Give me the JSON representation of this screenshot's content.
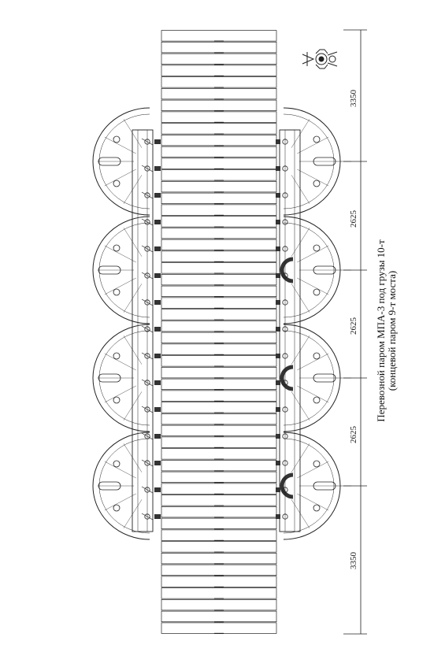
{
  "title": {
    "line1": "Перевозной паром МПА-3 под грузы 10-т",
    "line2": "(концевой паром 9-т моста)"
  },
  "dimensions": {
    "d1": "3350",
    "d2": "2625",
    "d3": "2625",
    "d4": "2625",
    "d5": "3350"
  },
  "colors": {
    "line": "#222222",
    "hatch": "#555555",
    "dark": "#333333"
  },
  "deck": {
    "plank_count": 52
  },
  "symbol": "anchor-emblem"
}
